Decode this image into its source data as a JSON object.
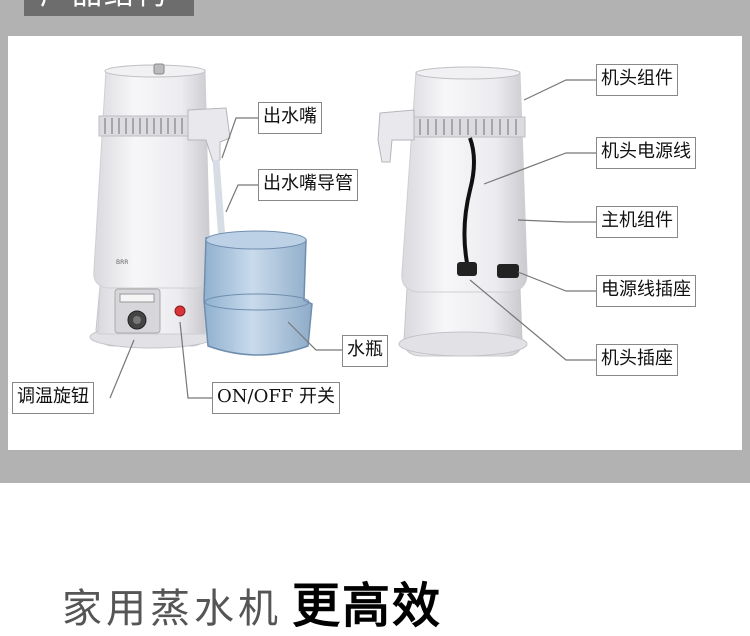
{
  "header": {
    "title": "产品结构"
  },
  "labels": {
    "spout": "出水嘴",
    "spout_tube": "出水嘴导管",
    "water_bottle": "水瓶",
    "temp_knob": "调温旋钮",
    "power_switch": "ON/OFF 开关",
    "head_assembly": "机头组件",
    "head_power_cord": "机头电源线",
    "main_assembly": "主机组件",
    "cord_socket": "电源线插座",
    "head_socket": "机头插座"
  },
  "device": {
    "brand_mark": "BRR"
  },
  "footer": {
    "heading_light": "家用蒸水机",
    "heading_bold": "更高效"
  },
  "colors": {
    "band": "#b2b2b2",
    "tab": "#6d6d6d",
    "body": "#ebebef",
    "bottle": "#a9c4de"
  }
}
